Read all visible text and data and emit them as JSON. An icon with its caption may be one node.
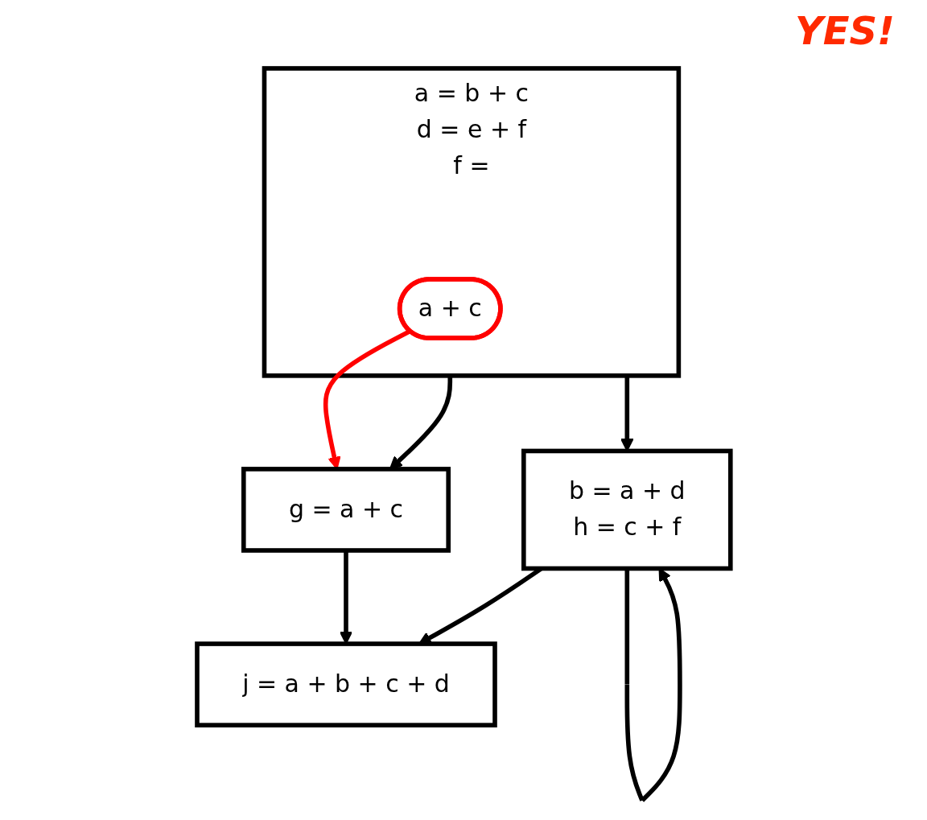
{
  "diagram": {
    "title": "YES!",
    "nodes": [
      {
        "text": [
          "a = b + c",
          "d = e + f",
          "f ="
        ]
      },
      {
        "text": [
          "a + c"
        ],
        "in": 0
      },
      {
        "text": [
          "g = a + c"
        ]
      },
      {
        "text": [
          "b = a + d",
          "h = c + f"
        ]
      },
      {
        "text": [
          "j = a + b + c + d"
        ]
      }
    ],
    "edges": [
      {
        "from": 0,
        "to": 2,
        "arrow": "to"
      },
      {
        "from": 0,
        "to": 3,
        "arrow": "to"
      },
      {
        "from": 1,
        "to": 2,
        "arrow": "to",
        "color": "#ff0000"
      },
      {
        "from": 3,
        "to": 3,
        "arrow": "to"
      },
      {
        "from": 2,
        "to": 4,
        "arrow": "to"
      },
      {
        "from": 3,
        "to": 4,
        "arrow": "to"
      }
    ]
  }
}
